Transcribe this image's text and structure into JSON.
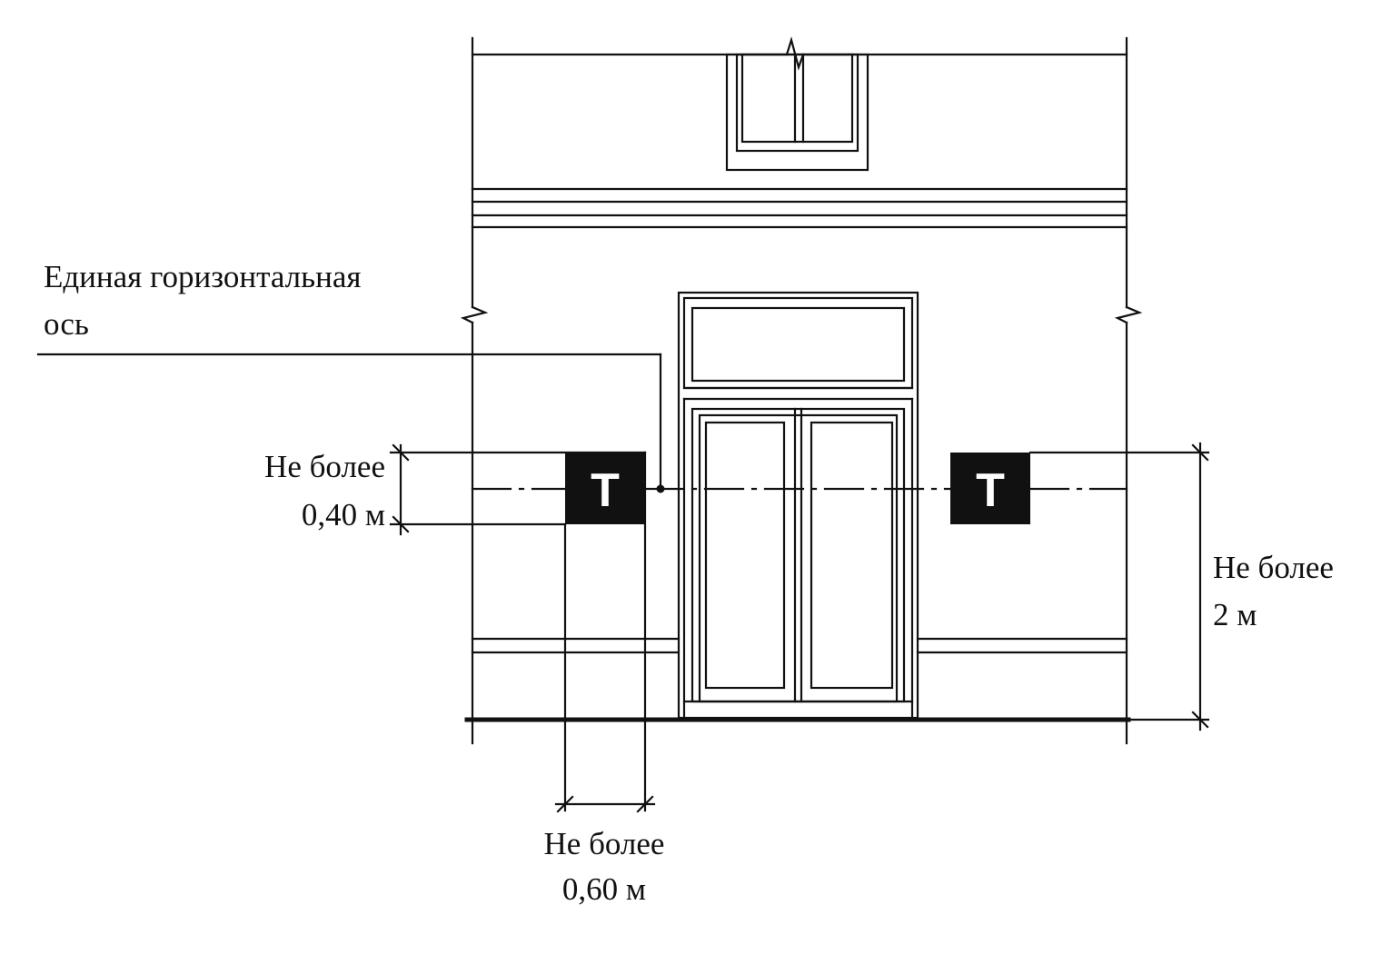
{
  "axis_callout": {
    "line1": "Единая горизонтальная",
    "line2": "ось"
  },
  "dim_height_sign": {
    "line1": "Не более",
    "line2": "0,40 м"
  },
  "dim_height_total": {
    "line1": "Не более",
    "line2": "2 м"
  },
  "dim_width_sign": {
    "line1": "Не более",
    "line2": "0,60 м"
  },
  "sign_letter": "Т",
  "colors": {
    "line": "#111111",
    "sign_fill": "#111111",
    "sign_text": "#ffffff",
    "background": "#ffffff"
  }
}
